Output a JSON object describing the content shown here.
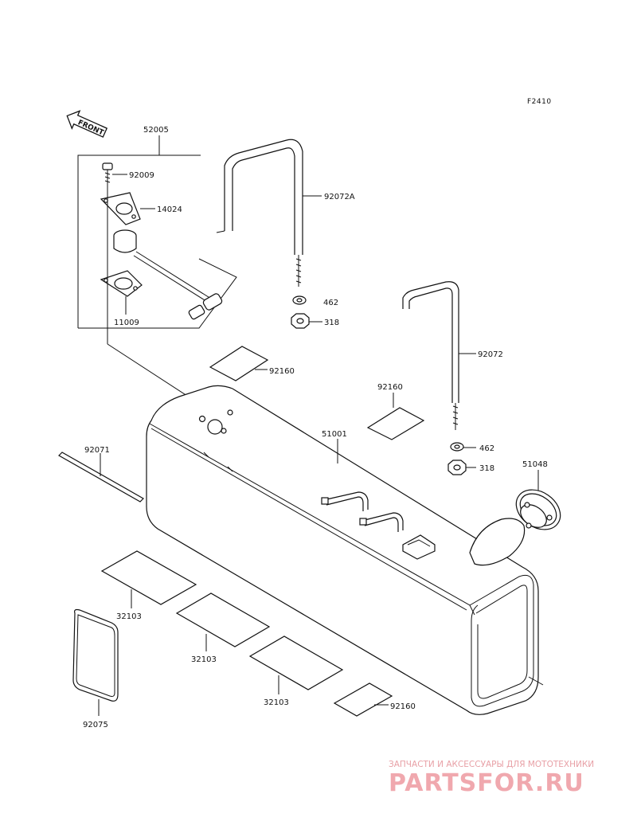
{
  "figure_code": "F2410",
  "front_marker": "FRONT",
  "parts": {
    "p52005": "52005",
    "p92009": "92009",
    "p14024": "14024",
    "p11009": "11009",
    "p92072A": "92072A",
    "p462a": "462",
    "p318a": "318",
    "p92160a": "92160",
    "p92072": "92072",
    "p92160b": "92160",
    "p51001": "51001",
    "p462b": "462",
    "p318b": "318",
    "p51048": "51048",
    "p92071": "92071",
    "p32103a": "32103",
    "p32103b": "32103",
    "p32103c": "32103",
    "p92075": "92075",
    "p92160c": "92160"
  },
  "watermark": {
    "tagline": "ЗАПЧАСТИ И АКСЕССУАРЫ ДЛЯ МОТОТЕХНИКИ",
    "logo": "PARTSFOR.RU"
  }
}
